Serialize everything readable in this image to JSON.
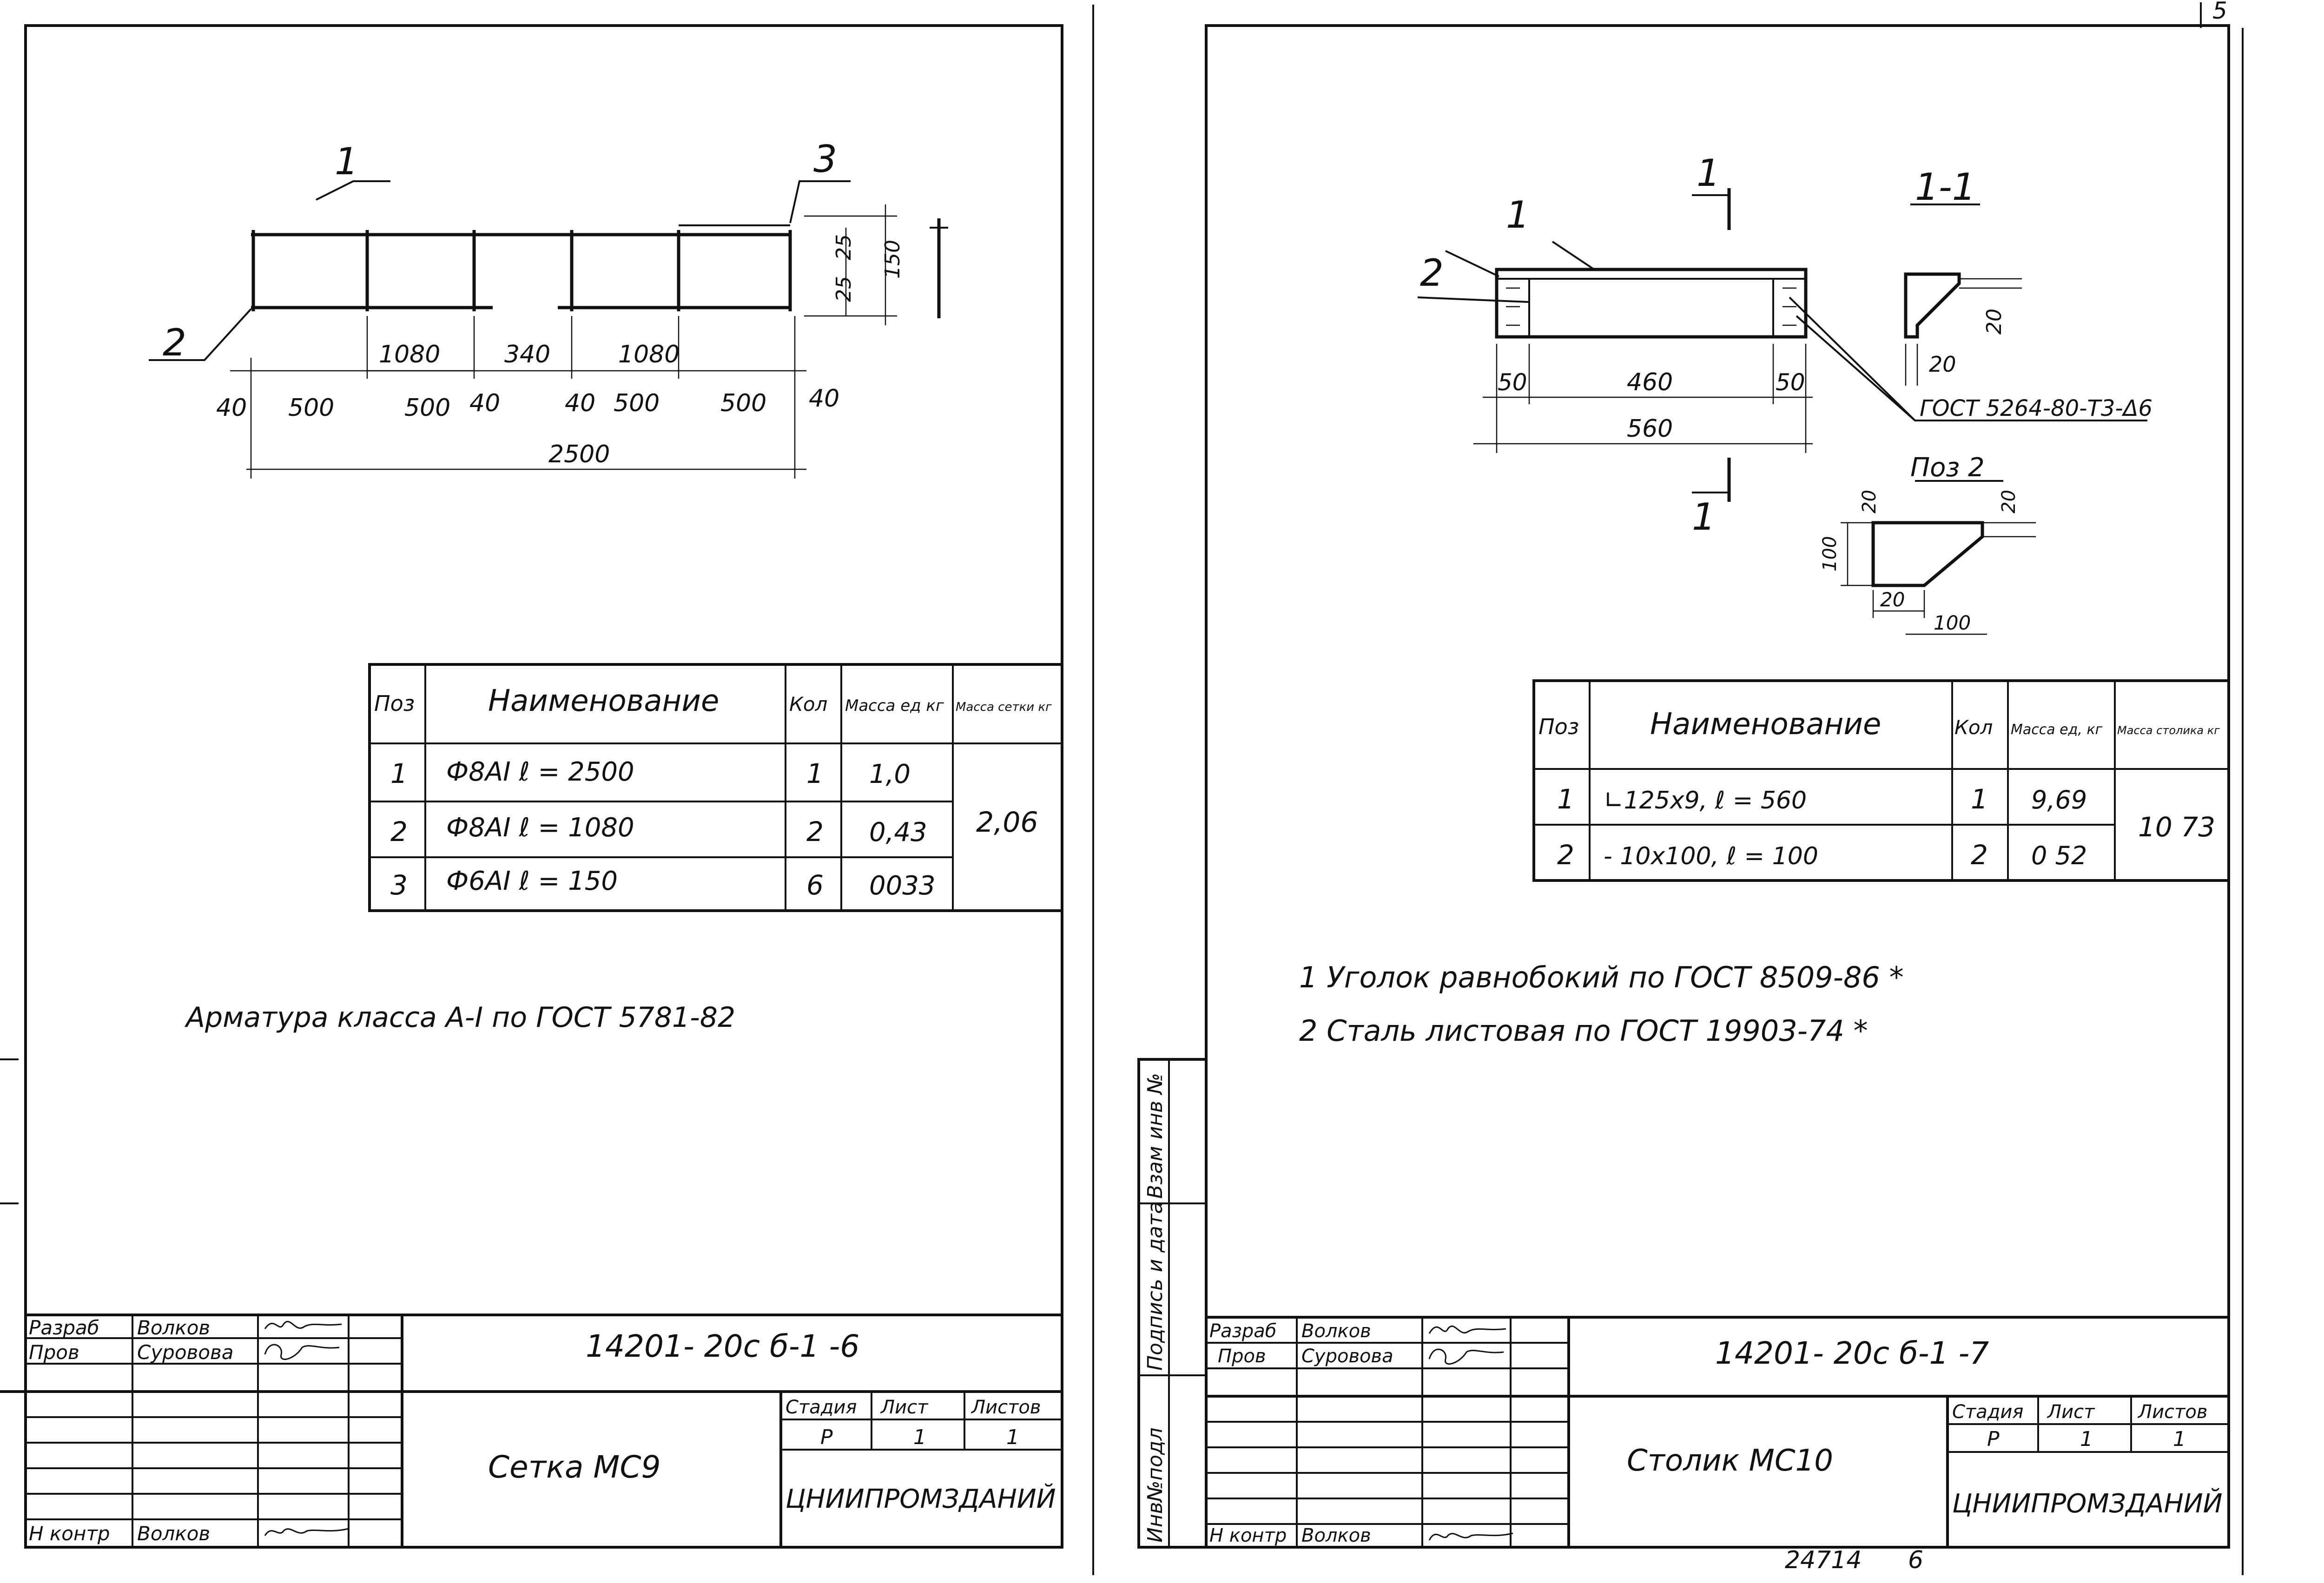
{
  "sheet_number": "5",
  "archive_number": "24714",
  "archive_suffix": "6",
  "left_sheet": {
    "drawing": {
      "callout_1": "1",
      "callout_2": "2",
      "callout_3": "3",
      "dim_1080_a": "1080",
      "dim_340": "340",
      "dim_1080_b": "1080",
      "dim_40_a": "40",
      "dim_500_a": "500",
      "dim_500_b": "500",
      "dim_40_b": "40",
      "dim_40_c": "40",
      "dim_500_c": "500",
      "dim_500_d": "500",
      "dim_40_d": "40",
      "dim_2500": "2500",
      "dim_25_a": "25",
      "dim_25_b": "25",
      "dim_150": "150"
    },
    "table": {
      "headers": [
        "Поз",
        "Наименование",
        "Кол",
        "Масса ед кг",
        "Масса сетки кг"
      ],
      "rows": [
        {
          "pos": "1",
          "name": "Ф8АI  ℓ = 2500",
          "qty": "1",
          "mass": "1,0"
        },
        {
          "pos": "2",
          "name": "Ф8АI  ℓ = 1080",
          "qty": "2",
          "mass": "0,43"
        },
        {
          "pos": "3",
          "name": "Ф6АI  ℓ = 150",
          "qty": "6",
          "mass": "0033"
        }
      ],
      "total": "2,06"
    },
    "note": "Арматура  класса  А-I по ГОСТ 5781-82",
    "title_block": {
      "razrab_label": "Разраб",
      "razrab_name": "Волков",
      "prov_label": "Пров",
      "prov_name": "Суровова",
      "nkontr_label": "Н контр",
      "nkontr_name": "Волков",
      "code": "14201- 20с б-1 -6",
      "title": "Сетка МС9",
      "stage_label": "Стадия",
      "sheet_label": "Лист",
      "sheets_label": "Листов",
      "stage": "Р",
      "sheet": "1",
      "sheets": "1",
      "org": "ЦНИИПРОМЗДАНИЙ"
    }
  },
  "right_sheet": {
    "drawing": {
      "section_mark_top": "1",
      "section_mark_bottom": "1",
      "callout_1": "1",
      "callout_2": "2",
      "section_title": "1-1",
      "dim_50_a": "50",
      "dim_460": "460",
      "dim_50_b": "50",
      "dim_560": "560",
      "weld_note": "ГОСТ 5264-80-Т3-Δ6",
      "sec_dim_20_a": "20",
      "sec_dim_20_b": "20",
      "pos2_title": "Поз 2",
      "pos2_dim_20_a": "20",
      "pos2_dim_20_b": "20",
      "pos2_dim_100_a": "100",
      "pos2_dim_20_c": "20",
      "pos2_dim_100_b": "100"
    },
    "table": {
      "headers": [
        "Поз",
        "Наименование",
        "Кол",
        "Масса ед, кг",
        "Масса столика кг"
      ],
      "rows": [
        {
          "pos": "1",
          "name": "∟125х9,  ℓ = 560",
          "qty": "1",
          "mass": "9,69"
        },
        {
          "pos": "2",
          "name": "- 10х100, ℓ = 100",
          "qty": "2",
          "mass": "0 52"
        }
      ],
      "total": "10 73"
    },
    "notes": [
      "1 Уголок  равнобокий  по ГОСТ 8509-86 *",
      "2 Сталь листовая  по ГОСТ 19903-74 *"
    ],
    "side_stamp": {
      "inv_orig": "Инв№подл",
      "sign_date": "Подпись и дата",
      "vzam_inv": "Взам инв №"
    },
    "title_block": {
      "razrab_label": "Разраб",
      "razrab_name": "Волков",
      "prov_label": "Пров",
      "prov_name": "Суровова",
      "nkontr_label": "Н контр",
      "nkontr_name": "Волков",
      "code": "14201- 20с б-1 -7",
      "title": "Столик МС10",
      "stage_label": "Стадия",
      "sheet_label": "Лист",
      "sheets_label": "Листов",
      "stage": "Р",
      "sheet": "1",
      "sheets": "1",
      "org": "ЦНИИПРОМЗДАНИЙ"
    }
  }
}
